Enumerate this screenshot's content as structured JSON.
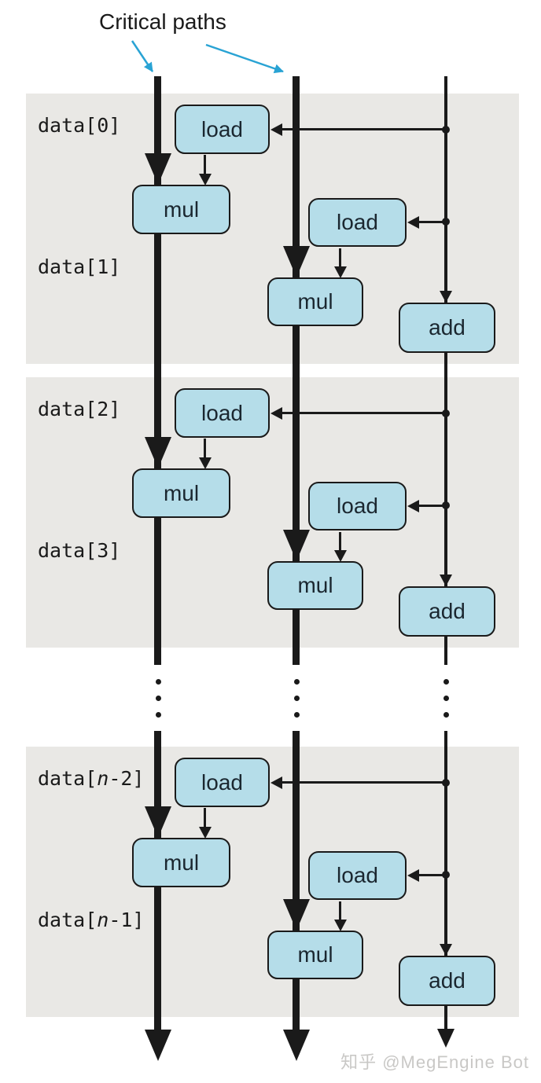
{
  "title": "Critical paths",
  "watermark": "知乎 @MegEngine Bot",
  "colors": {
    "node_fill": "#b5dde9",
    "node_border": "#1a1a1a",
    "band_background": "#e9e8e5",
    "line": "#1a1a1a",
    "callout_arrow": "#29a3d4",
    "watermark_text": "#c9c8c6"
  },
  "blocks": [
    {
      "row_labels": [
        "data[0]",
        "data[1]"
      ],
      "nodes": [
        "load",
        "mul",
        "load",
        "mul",
        "add"
      ]
    },
    {
      "row_labels": [
        "data[2]",
        "data[3]"
      ],
      "nodes": [
        "load",
        "mul",
        "load",
        "mul",
        "add"
      ]
    },
    {
      "row_labels": [
        "data[n-2]",
        "data[n-1]"
      ],
      "label_parts": {
        "top": [
          "data[",
          "n",
          "-2]"
        ],
        "bottom": [
          "data[",
          "n",
          "-1]"
        ]
      },
      "nodes": [
        "load",
        "mul",
        "load",
        "mul",
        "add"
      ]
    }
  ]
}
